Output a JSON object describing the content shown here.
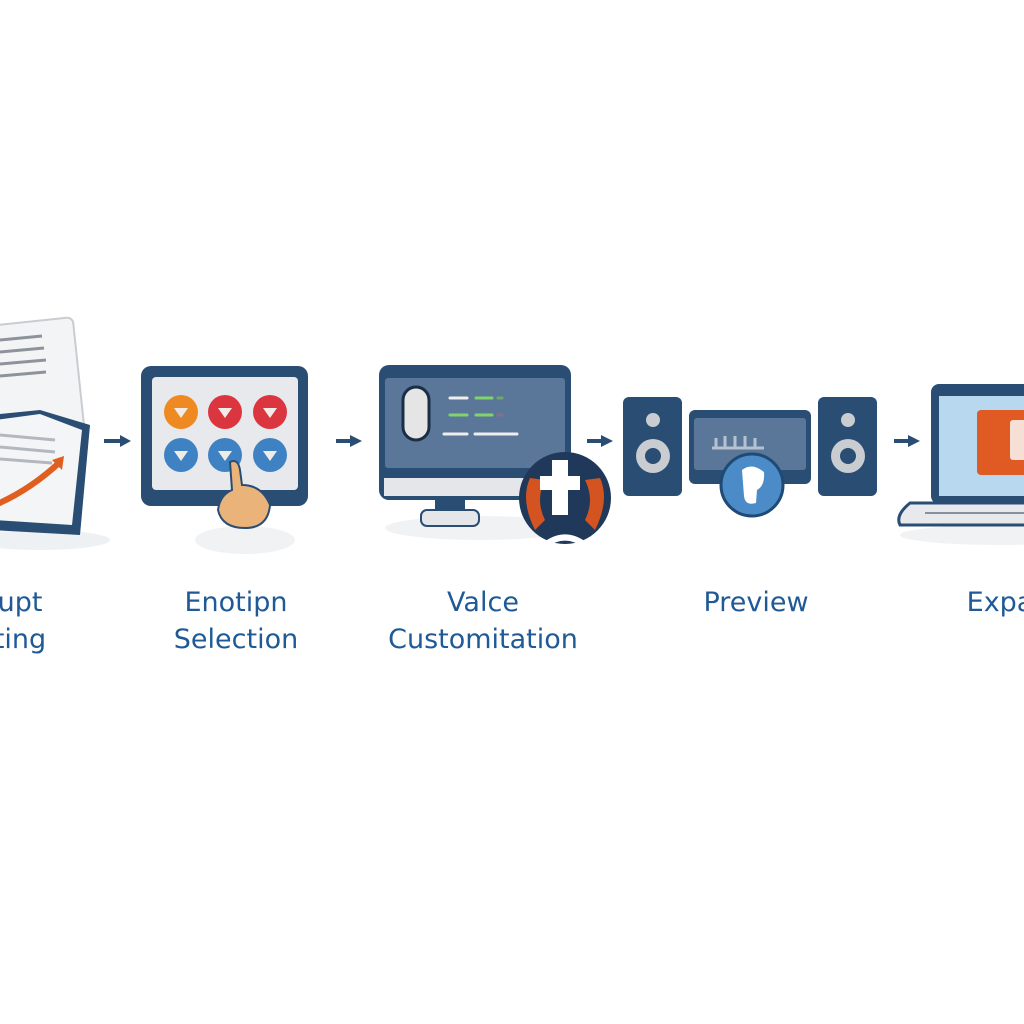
{
  "colors": {
    "navy": "#2a4d74",
    "text": "#1f5a96",
    "orange": "#e8762a",
    "red": "#d9363e",
    "blue": "#3f82c4",
    "green": "#7fd46a"
  },
  "steps": [
    {
      "line1": "upt",
      "line2": "ting",
      "icon": "documents-chart-icon"
    },
    {
      "line1": "Enotipn",
      "line2": "Selection",
      "icon": "touch-screen-hearts-icon"
    },
    {
      "line1": "Valce",
      "line2": "Customitation",
      "icon": "monitor-customize-icon"
    },
    {
      "line1": "Preview",
      "line2": "",
      "icon": "speakers-preview-icon"
    },
    {
      "line1": "Expa",
      "line2": "",
      "icon": "laptop-export-icon"
    }
  ]
}
